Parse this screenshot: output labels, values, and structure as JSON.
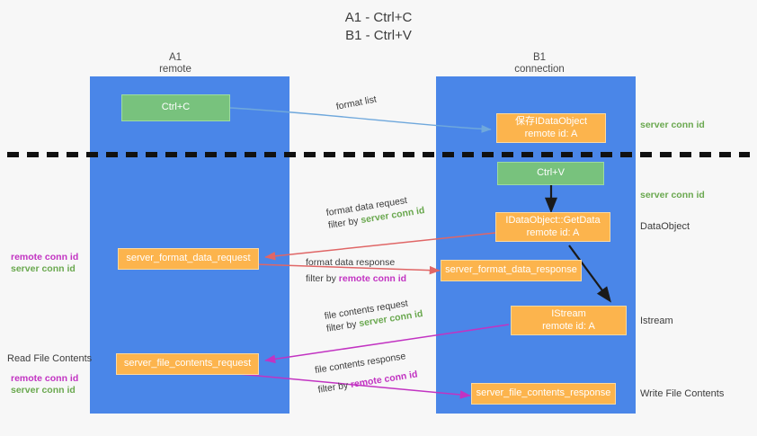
{
  "title": {
    "line1": "A1 - Ctrl+C",
    "line2": "B1 - Ctrl+V"
  },
  "lanes": [
    {
      "name": "A1",
      "sub": "remote"
    },
    {
      "name": "B1",
      "sub": "connection"
    }
  ],
  "nodes": {
    "ctrl_c": {
      "line1": "Ctrl+C",
      "line2": ""
    },
    "save_dataobj": {
      "line1": "保存IDataObject",
      "line2": "remote id: A"
    },
    "ctrl_v": {
      "line1": "Ctrl+V",
      "line2": ""
    },
    "getdata": {
      "line1": "IDataObject::GetData",
      "line2": "remote id: A"
    },
    "fmt_req": {
      "line1": "server_format_data_request",
      "line2": ""
    },
    "fmt_res": {
      "line1": "server_format_data_response",
      "line2": ""
    },
    "istream": {
      "line1": "IStream",
      "line2": "remote id: A"
    },
    "file_req": {
      "line1": "server_file_contents_request",
      "line2": ""
    },
    "file_res": {
      "line1": "server_file_contents_response",
      "line2": ""
    }
  },
  "captions": {
    "format_list": "format list",
    "fmt_req_l1": "format data request",
    "fmt_req_l2_pre": "filter by ",
    "fmt_req_l2_key": "server conn id",
    "fmt_res_l1": "format data response",
    "fmt_res_l2_pre": "filter by ",
    "fmt_res_l2_key": "remote conn id",
    "file_req_l1": "file contents request",
    "file_req_l2_pre": "filter by ",
    "file_req_l2_key": "server conn id",
    "file_res_l1": "file contents response",
    "file_res_l2_pre": "filter by ",
    "file_res_l2_key": "remote conn id"
  },
  "annotations": {
    "right_server_conn_1": "server conn id",
    "right_server_conn_2": "server conn id",
    "right_dataobject": "DataObject",
    "right_istream": "Istream",
    "right_write_file": "Write File Contents",
    "left_remote_conn_1": "remote conn id",
    "left_server_conn_1": "server conn id",
    "left_read_file": "Read File Contents",
    "left_remote_conn_2": "remote conn id",
    "left_server_conn_2": "server conn id"
  },
  "colors": {
    "lane": "#4a86e8",
    "green_node": "#78c27d",
    "orange_node": "#fcb44d",
    "green_text": "#6aa84f",
    "purple_text": "#c233c2",
    "arrow_blue": "#6fa8dc",
    "arrow_red": "#e06666",
    "arrow_magenta": "#c233c2",
    "arrow_dark": "#1a1a1a",
    "background": "#f7f7f7",
    "divider": "#111111"
  }
}
